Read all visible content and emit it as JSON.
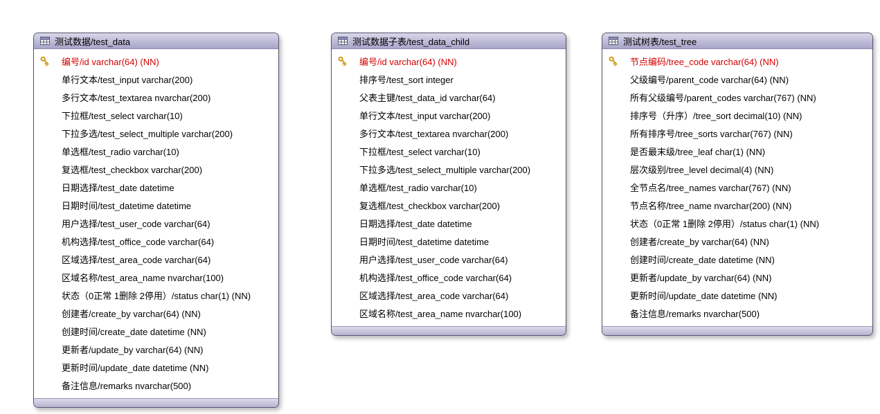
{
  "colors": {
    "header_lavender": "#a8a4c9",
    "footer_lavender": "#b7b4d2",
    "primary_key_red": "#d40000",
    "key_gold": "#c99b1d",
    "card_border": "#55546a"
  },
  "tables": [
    {
      "title": "测试数据/test_data",
      "icon": "table-icon",
      "fields": [
        {
          "text": "编号/id varchar(64) (NN)",
          "pk": true
        },
        {
          "text": "单行文本/test_input varchar(200)",
          "pk": false
        },
        {
          "text": "多行文本/test_textarea nvarchar(200)",
          "pk": false
        },
        {
          "text": "下拉框/test_select varchar(10)",
          "pk": false
        },
        {
          "text": "下拉多选/test_select_multiple varchar(200)",
          "pk": false
        },
        {
          "text": "单选框/test_radio varchar(10)",
          "pk": false
        },
        {
          "text": "复选框/test_checkbox varchar(200)",
          "pk": false
        },
        {
          "text": "日期选择/test_date datetime",
          "pk": false
        },
        {
          "text": "日期时间/test_datetime datetime",
          "pk": false
        },
        {
          "text": "用户选择/test_user_code varchar(64)",
          "pk": false
        },
        {
          "text": "机构选择/test_office_code varchar(64)",
          "pk": false
        },
        {
          "text": "区域选择/test_area_code varchar(64)",
          "pk": false
        },
        {
          "text": "区域名称/test_area_name nvarchar(100)",
          "pk": false
        },
        {
          "text": "状态（0正常 1删除 2停用）/status char(1) (NN)",
          "pk": false
        },
        {
          "text": "创建者/create_by varchar(64) (NN)",
          "pk": false
        },
        {
          "text": "创建时间/create_date datetime (NN)",
          "pk": false
        },
        {
          "text": "更新者/update_by varchar(64) (NN)",
          "pk": false
        },
        {
          "text": "更新时间/update_date datetime (NN)",
          "pk": false
        },
        {
          "text": "备注信息/remarks nvarchar(500)",
          "pk": false
        }
      ]
    },
    {
      "title": "测试数据子表/test_data_child",
      "icon": "table-icon",
      "fields": [
        {
          "text": "编号/id varchar(64) (NN)",
          "pk": true
        },
        {
          "text": "排序号/test_sort integer",
          "pk": false
        },
        {
          "text": "父表主键/test_data_id varchar(64)",
          "pk": false
        },
        {
          "text": "单行文本/test_input varchar(200)",
          "pk": false
        },
        {
          "text": "多行文本/test_textarea nvarchar(200)",
          "pk": false
        },
        {
          "text": "下拉框/test_select varchar(10)",
          "pk": false
        },
        {
          "text": "下拉多选/test_select_multiple varchar(200)",
          "pk": false
        },
        {
          "text": "单选框/test_radio varchar(10)",
          "pk": false
        },
        {
          "text": "复选框/test_checkbox varchar(200)",
          "pk": false
        },
        {
          "text": "日期选择/test_date datetime",
          "pk": false
        },
        {
          "text": "日期时间/test_datetime datetime",
          "pk": false
        },
        {
          "text": "用户选择/test_user_code varchar(64)",
          "pk": false
        },
        {
          "text": "机构选择/test_office_code varchar(64)",
          "pk": false
        },
        {
          "text": "区域选择/test_area_code varchar(64)",
          "pk": false
        },
        {
          "text": "区域名称/test_area_name nvarchar(100)",
          "pk": false
        }
      ]
    },
    {
      "title": "测试树表/test_tree",
      "icon": "table-icon",
      "fields": [
        {
          "text": "节点编码/tree_code varchar(64) (NN)",
          "pk": true
        },
        {
          "text": "父级编号/parent_code varchar(64) (NN)",
          "pk": false
        },
        {
          "text": "所有父级编号/parent_codes varchar(767) (NN)",
          "pk": false
        },
        {
          "text": "排序号（升序）/tree_sort decimal(10) (NN)",
          "pk": false
        },
        {
          "text": "所有排序号/tree_sorts varchar(767) (NN)",
          "pk": false
        },
        {
          "text": "是否最末级/tree_leaf char(1) (NN)",
          "pk": false
        },
        {
          "text": "层次级别/tree_level decimal(4) (NN)",
          "pk": false
        },
        {
          "text": "全节点名/tree_names varchar(767) (NN)",
          "pk": false
        },
        {
          "text": "节点名称/tree_name nvarchar(200) (NN)",
          "pk": false
        },
        {
          "text": "状态（0正常 1删除 2停用）/status char(1) (NN)",
          "pk": false
        },
        {
          "text": "创建者/create_by varchar(64) (NN)",
          "pk": false
        },
        {
          "text": "创建时间/create_date datetime (NN)",
          "pk": false
        },
        {
          "text": "更新者/update_by varchar(64) (NN)",
          "pk": false
        },
        {
          "text": "更新时间/update_date datetime (NN)",
          "pk": false
        },
        {
          "text": "备注信息/remarks nvarchar(500)",
          "pk": false
        }
      ]
    }
  ]
}
